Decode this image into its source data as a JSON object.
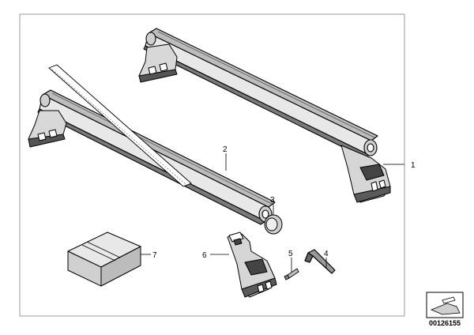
{
  "diagram": {
    "callouts": {
      "c1": "1",
      "c2": "2",
      "c3": "3",
      "c4": "4",
      "c5": "5",
      "c6": "6",
      "c7": "7"
    },
    "diagram_code": "00126155",
    "colors": {
      "line": "#000000",
      "frame": "#999999",
      "bar_fill": "#e6e6e6",
      "bar_dark": "#4a4a4a",
      "foot_fill": "#d4d4d4",
      "box_fill": "#dcdcdc",
      "background": "#ffffff"
    }
  }
}
